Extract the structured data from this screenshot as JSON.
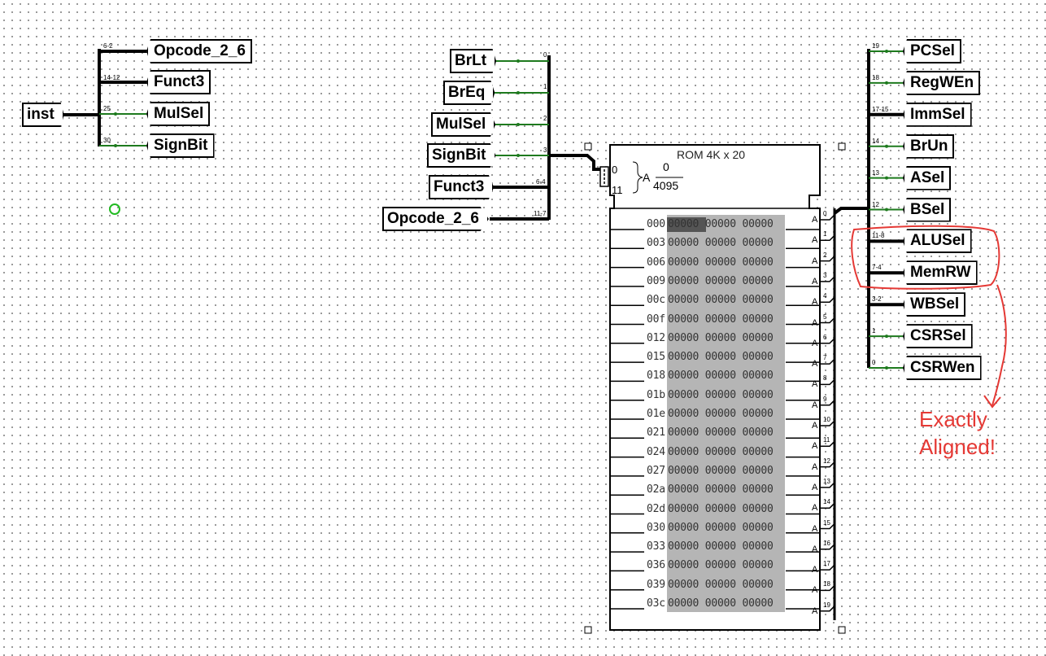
{
  "left_splitter": {
    "input_label": "inst",
    "outputs": [
      {
        "bits": "6-2",
        "label": "Opcode_2_6"
      },
      {
        "bits": "14-12",
        "label": "Funct3"
      },
      {
        "bits": "25",
        "label": "MulSel"
      },
      {
        "bits": "30",
        "label": "SignBit"
      }
    ]
  },
  "middle_inputs": [
    {
      "label": "BrLt",
      "bits": "0"
    },
    {
      "label": "BrEq",
      "bits": "1"
    },
    {
      "label": "MulSel",
      "bits": "2"
    },
    {
      "label": "SignBit",
      "bits": "3"
    },
    {
      "label": "Funct3",
      "bits": "6-4"
    },
    {
      "label": "Opcode_2_6",
      "bits": "11-7"
    }
  ],
  "rom": {
    "title": "ROM 4K x 20",
    "addr_bits_low": "0",
    "addr_bits_high": "11",
    "addr_label": "A",
    "addr_min": "0",
    "addr_max": "4095",
    "highlighted_value": "00000",
    "rows": [
      {
        "addr": "000",
        "data": "00000 00000 00000"
      },
      {
        "addr": "003",
        "data": "00000 00000 00000"
      },
      {
        "addr": "006",
        "data": "00000 00000 00000"
      },
      {
        "addr": "009",
        "data": "00000 00000 00000"
      },
      {
        "addr": "00c",
        "data": "00000 00000 00000"
      },
      {
        "addr": "00f",
        "data": "00000 00000 00000"
      },
      {
        "addr": "012",
        "data": "00000 00000 00000"
      },
      {
        "addr": "015",
        "data": "00000 00000 00000"
      },
      {
        "addr": "018",
        "data": "00000 00000 00000"
      },
      {
        "addr": "01b",
        "data": "00000 00000 00000"
      },
      {
        "addr": "01e",
        "data": "00000 00000 00000"
      },
      {
        "addr": "021",
        "data": "00000 00000 00000"
      },
      {
        "addr": "024",
        "data": "00000 00000 00000"
      },
      {
        "addr": "027",
        "data": "00000 00000 00000"
      },
      {
        "addr": "02a",
        "data": "00000 00000 00000"
      },
      {
        "addr": "02d",
        "data": "00000 00000 00000"
      },
      {
        "addr": "030",
        "data": "00000 00000 00000"
      },
      {
        "addr": "033",
        "data": "00000 00000 00000"
      },
      {
        "addr": "036",
        "data": "00000 00000 00000"
      },
      {
        "addr": "039",
        "data": "00000 00000 00000"
      },
      {
        "addr": "03c",
        "data": "00000 00000 00000"
      }
    ],
    "port_label": "A",
    "port_numbers": [
      "0",
      "1",
      "2",
      "3",
      "4",
      "5",
      "6",
      "7",
      "8",
      "9",
      "10",
      "11",
      "12",
      "13",
      "14",
      "15",
      "16",
      "17",
      "18",
      "19"
    ]
  },
  "right_outputs": [
    {
      "bits": "19",
      "label": "PCSel"
    },
    {
      "bits": "18",
      "label": "RegWEn"
    },
    {
      "bits": "17-15",
      "label": "ImmSel"
    },
    {
      "bits": "14",
      "label": "BrUn"
    },
    {
      "bits": "13",
      "label": "ASel"
    },
    {
      "bits": "12",
      "label": "BSel"
    },
    {
      "bits": "11-8",
      "label": "ALUSel"
    },
    {
      "bits": "7-4",
      "label": "MemRW"
    },
    {
      "bits": "3-2",
      "label": "WBSel"
    },
    {
      "bits": "1",
      "label": "CSRSel"
    },
    {
      "bits": "0",
      "label": "CSRWen"
    }
  ],
  "annotation": {
    "line1": "Exactly",
    "line2": "Aligned!",
    "color": "#e53935"
  },
  "colors": {
    "wire_on": "#1e7a1e",
    "wire_bus": "#000000",
    "rom_highlight": "#b5b5b5",
    "rom_selected": "#555555"
  }
}
